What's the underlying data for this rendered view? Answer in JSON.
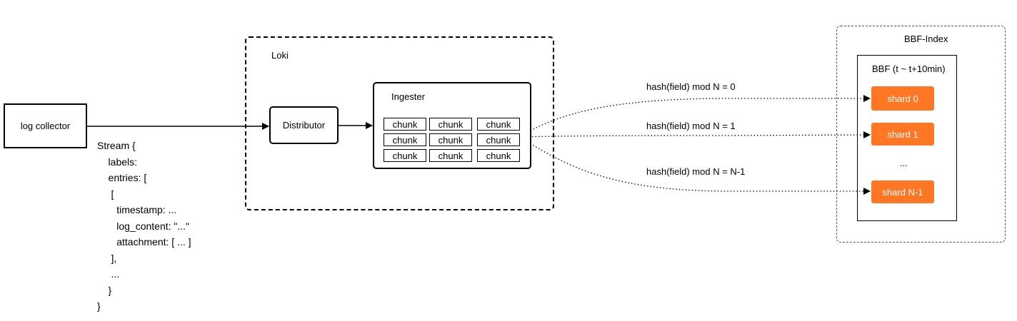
{
  "log_collector": {
    "label": "log collector"
  },
  "stream_lines": [
    "Stream {",
    "    labels:",
    "    entries: [",
    "     [",
    "       timestamp: ...",
    "       log_content: \"...\"",
    "       attachment: [ ... ]",
    "     ],",
    "     ...",
    "    }",
    "}"
  ],
  "loki": {
    "title": "Loki",
    "distributor": "Distributor",
    "ingester": {
      "title": "Ingester",
      "chunks": [
        "chunk",
        "chunk",
        "chunk",
        "chunk",
        "chunk",
        "chunk",
        "chunk",
        "chunk",
        "chunk"
      ]
    }
  },
  "edges": [
    {
      "label": "hash(field) mod N = 0"
    },
    {
      "label": "hash(field) mod N = 1"
    },
    {
      "label": "hash(field) mod N = N-1"
    }
  ],
  "bbf_index": {
    "title": "BBF-Index",
    "bbf_title": "BBF (t ~ t+10min)",
    "shards": [
      "shard 0",
      "shard 1",
      "shard N-1"
    ],
    "ellipsis": "..."
  },
  "colors": {
    "shard": "#ff7725",
    "stroke": "#000000"
  }
}
